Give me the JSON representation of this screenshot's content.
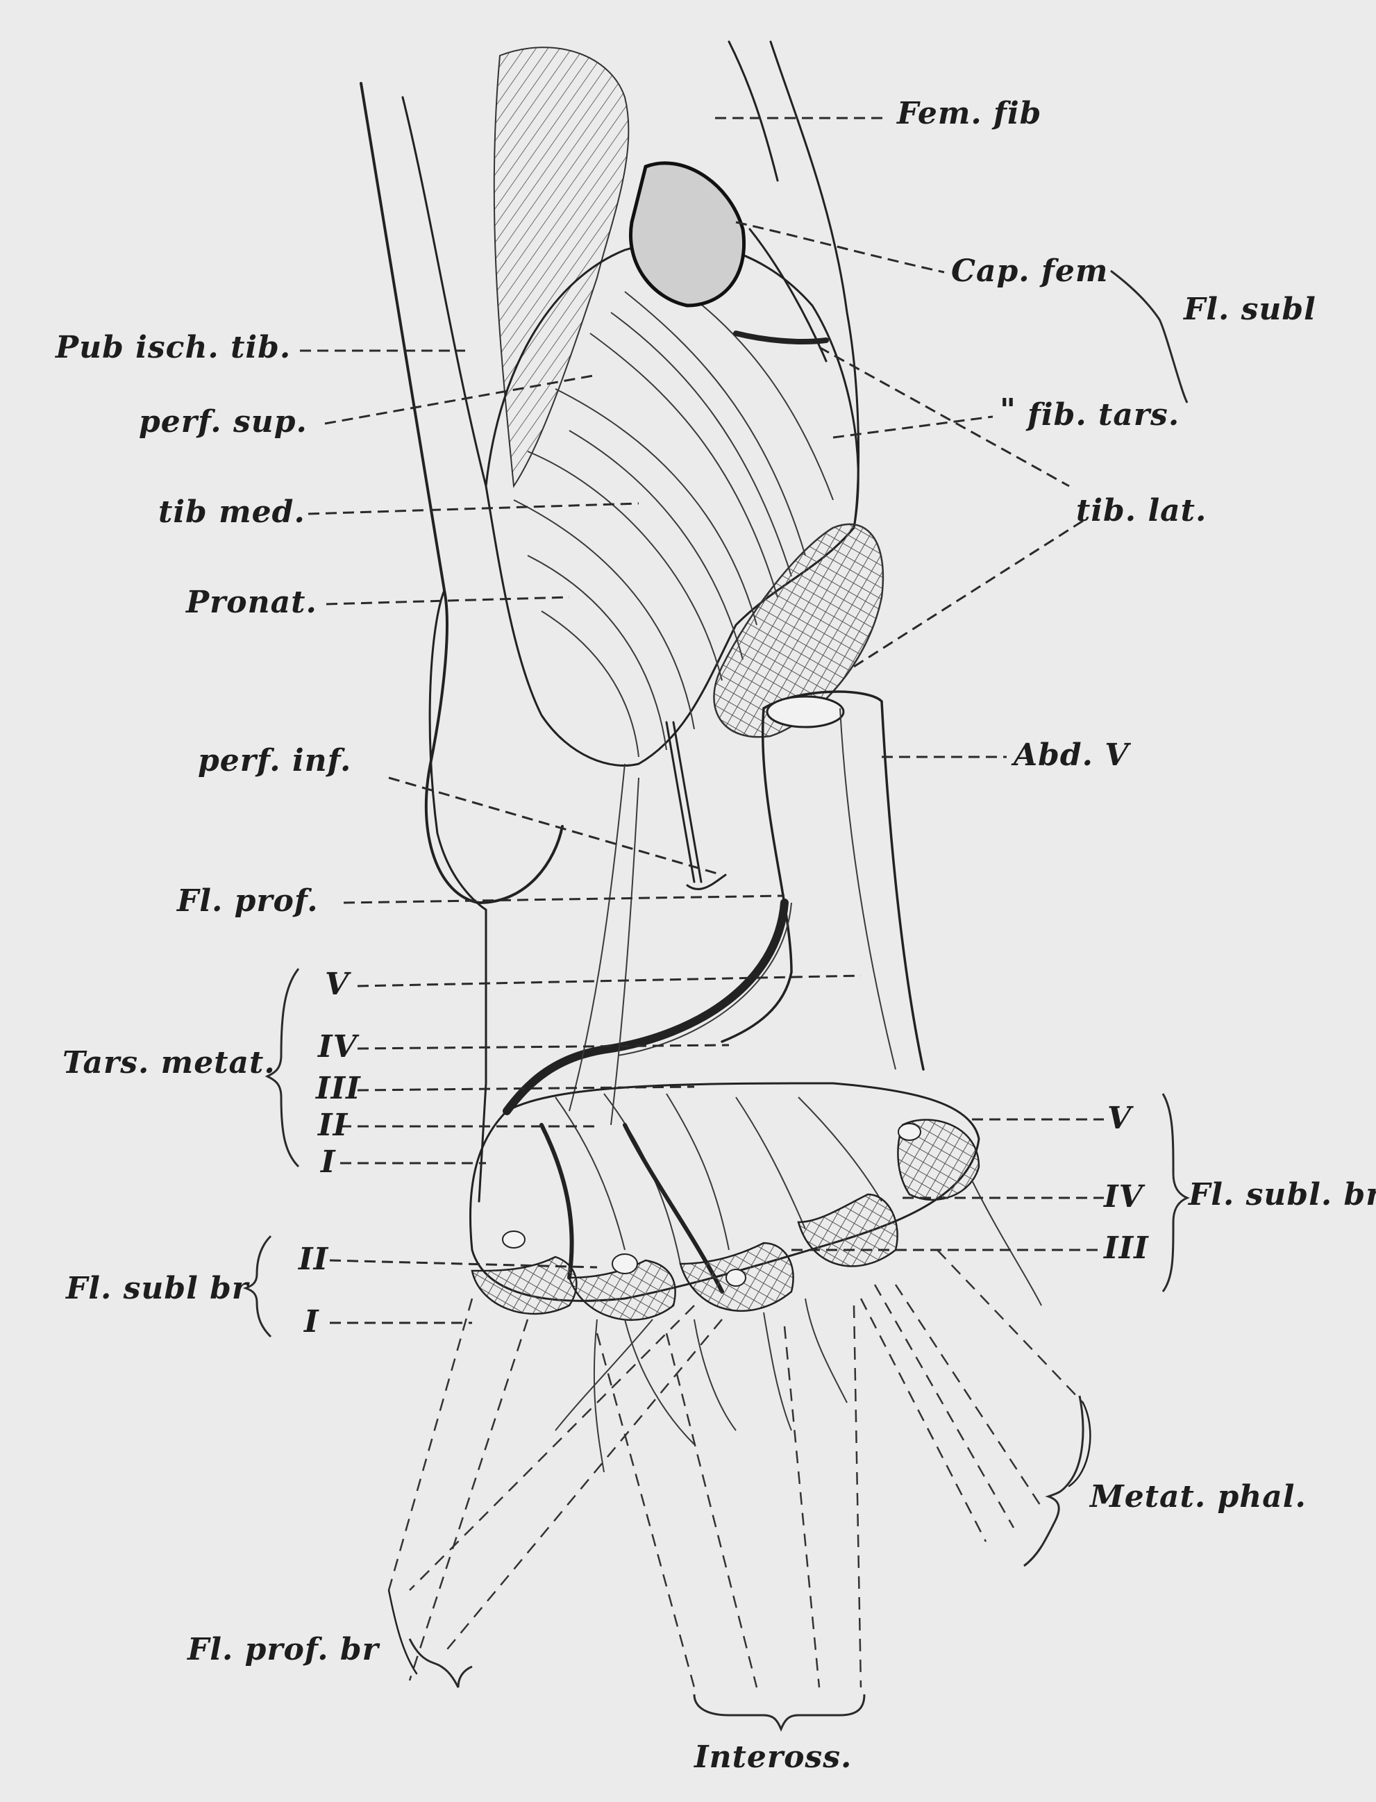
{
  "figure": {
    "labels": {
      "fem_fib": "Fem. fib",
      "cap_fem": "Cap. fem",
      "fl_subl": "Fl. subl",
      "pub_isch_tib": "Pub isch. tib.",
      "perf_sup": "perf. sup.",
      "fib_tars": "fib. tars.",
      "tib_med": "tib med.",
      "tib_lat": "tib. lat.",
      "pronat": "Pronat.",
      "abd_v": "Abd. V",
      "perf_inf": "perf. inf.",
      "fl_prof": "Fl. prof.",
      "tars_v": "V",
      "tars_iv": "IV",
      "tars_iii": "III",
      "tars_ii": "II",
      "tars_i": "I",
      "tars_metat": "Tars. metat.",
      "flsubl_r_v": "V",
      "flsubl_r_iv": "IV",
      "flsubl_r_iii": "III",
      "fl_subl_br_right": "Fl. subl. br.",
      "flsubl_l_ii": "II",
      "flsubl_l_i": "I",
      "fl_subl_br_left": "Fl. subl br",
      "metat_phal": "Metat. phal.",
      "fl_prof_br": "Fl. prof. br",
      "inteross": "Inteross."
    },
    "ditto_mark": "\""
  }
}
